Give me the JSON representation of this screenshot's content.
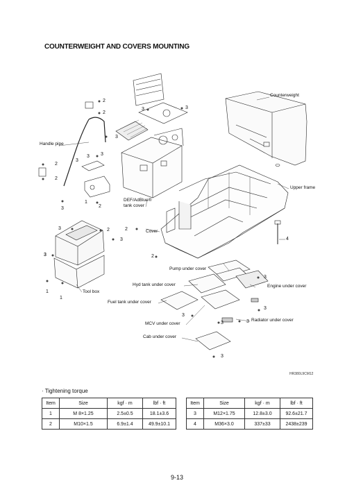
{
  "title": "COUNTERWEIGHT AND COVERS MOUNTING",
  "callouts": {
    "counterweight": "Counterweight",
    "handle_pipe": "Handle pipe",
    "upper_frame": "Upper frame",
    "def_tank_cover": "DEF/AdBlue®\ntank cover",
    "cover": "Cover",
    "tool_box": "Tool box",
    "pump_under_cover": "Pump under cover",
    "hyd_tank_under_cover": "Hyd tank under cover",
    "engine_under_cover": "Engine under cover",
    "fuel_tank_under_cover": "Fuel tank under cover",
    "radiator_under_cover": "Radiator under cover",
    "mcv_under_cover": "MCV under cover",
    "cab_under_cover": "Cab under cover"
  },
  "item_numbers": [
    "2",
    "2",
    "3",
    "3",
    "3",
    "2",
    "2",
    "3",
    "3",
    "3",
    "3",
    "1",
    "2",
    "3",
    "3",
    "2",
    "2",
    "3",
    "3",
    "1",
    "1",
    "4",
    "3",
    "3",
    "3",
    "3",
    "3",
    "3",
    "2"
  ],
  "figure_code": "HR380L9CM12",
  "torque": {
    "heading": "· Tightening torque",
    "headers": [
      "Item",
      "Size",
      "kgf · m",
      "lbf · ft"
    ],
    "left_rows": [
      [
        "1",
        "M  8×1.25",
        "2.5±0.5",
        "18.1±3.6"
      ],
      [
        "2",
        "M10×1.5",
        "6.9±1.4",
        "49.9±10.1"
      ]
    ],
    "right_rows": [
      [
        "3",
        "M12×1.75",
        "12.8±3.0",
        "92.6±21.7"
      ],
      [
        "4",
        "M36×3.0",
        "337±33",
        "2438±239"
      ]
    ]
  },
  "page_number": "9-13"
}
